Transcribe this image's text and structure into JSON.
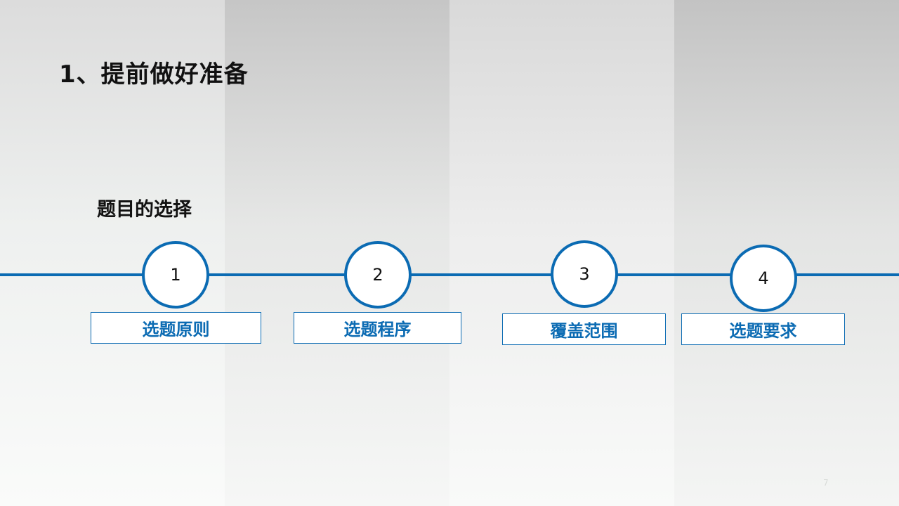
{
  "slide": {
    "title": "1、提前做好准备",
    "subtitle": "题目的选择",
    "page_number": "7"
  },
  "colors": {
    "accent": "#0b6bb3",
    "title_text": "#111111"
  },
  "steps": [
    {
      "number": "1",
      "label": "选题原则"
    },
    {
      "number": "2",
      "label": "选题程序"
    },
    {
      "number": "3",
      "label": "覆盖范围"
    },
    {
      "number": "4",
      "label": "选题要求"
    }
  ]
}
